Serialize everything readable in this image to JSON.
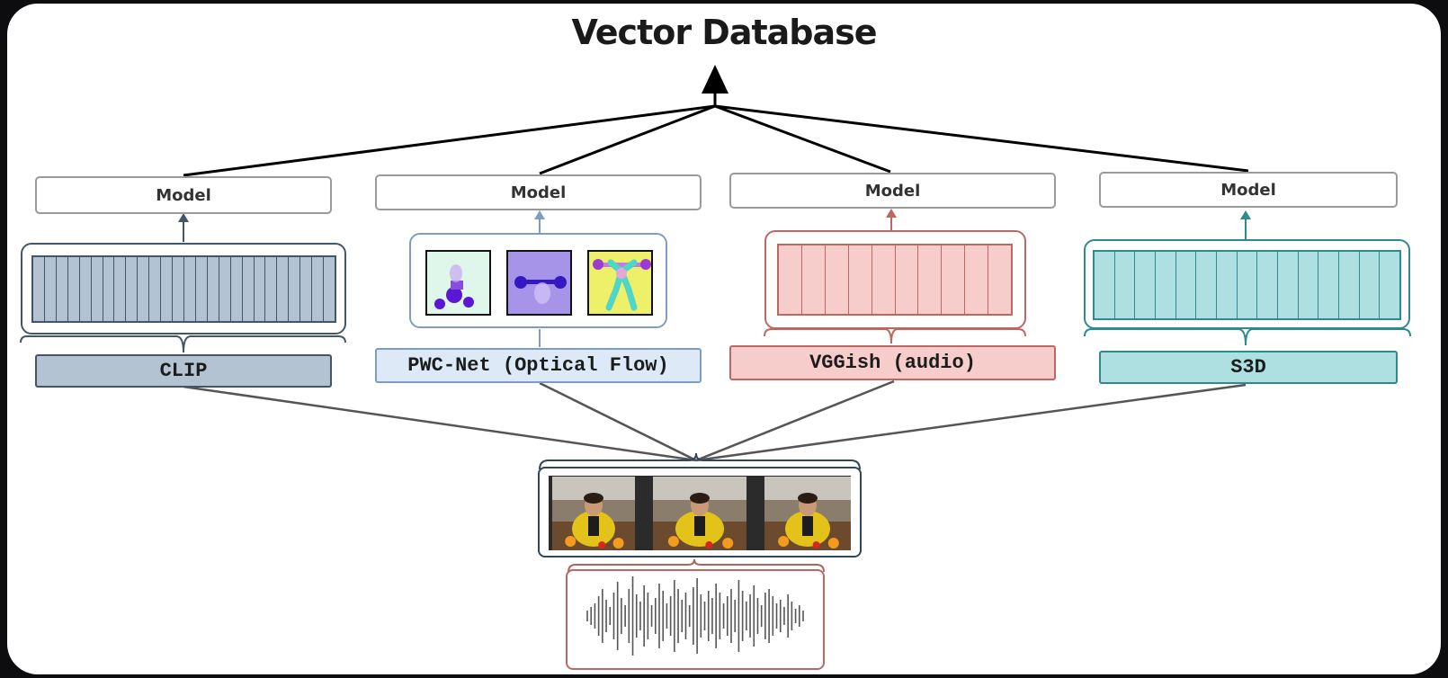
{
  "title": "Vector Database",
  "pipelines": [
    {
      "model_label": "Model",
      "encoder_label": "CLIP",
      "feature_type": "strip"
    },
    {
      "model_label": "Model",
      "encoder_label": "PWC-Net (Optical Flow)",
      "feature_type": "flow-images"
    },
    {
      "model_label": "Model",
      "encoder_label": "VGGish (audio)",
      "feature_type": "strip"
    },
    {
      "model_label": "Model",
      "encoder_label": "S3D",
      "feature_type": "strip"
    }
  ],
  "colors": {
    "clip": "#b3c3d2",
    "clip_border": "#41566b",
    "pwc": "#dde9f7",
    "pwc_border": "#7d9ec3",
    "vggish": "#f7cdcc",
    "vggish_border": "#bd6763",
    "s3d": "#aee0e1",
    "s3d_border": "#2e8a8e"
  },
  "inputs": {
    "video_frames": 3,
    "audio_waveform": true
  }
}
